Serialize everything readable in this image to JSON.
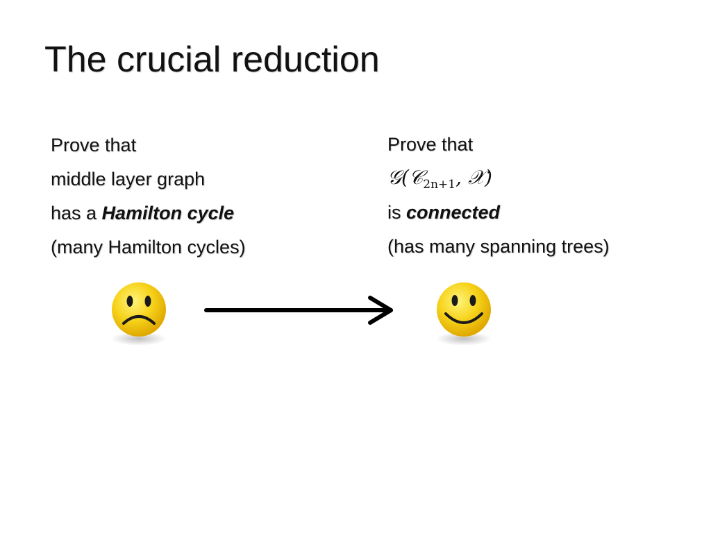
{
  "slide": {
    "title": "The crucial reduction"
  },
  "left": {
    "line1": "Prove that",
    "line2": "middle layer graph",
    "line3_prefix": "has a ",
    "line3_emph": "Hamilton cycle",
    "line4": "(many Hamilton cycles)"
  },
  "right": {
    "line1": "Prove that",
    "formula": {
      "g": "𝒢",
      "open": "(",
      "c": "𝒞",
      "sub": "2n+1",
      "comma": ", ",
      "x": "𝒳",
      "close": ")"
    },
    "line3_prefix": "is ",
    "line3_emph": "connected",
    "line4": "(has many spanning trees)"
  },
  "icons": {
    "left_face": "sad-face-icon",
    "arrow": "right-arrow-icon",
    "right_face": "happy-face-icon",
    "face_color": "#f5cc10"
  }
}
